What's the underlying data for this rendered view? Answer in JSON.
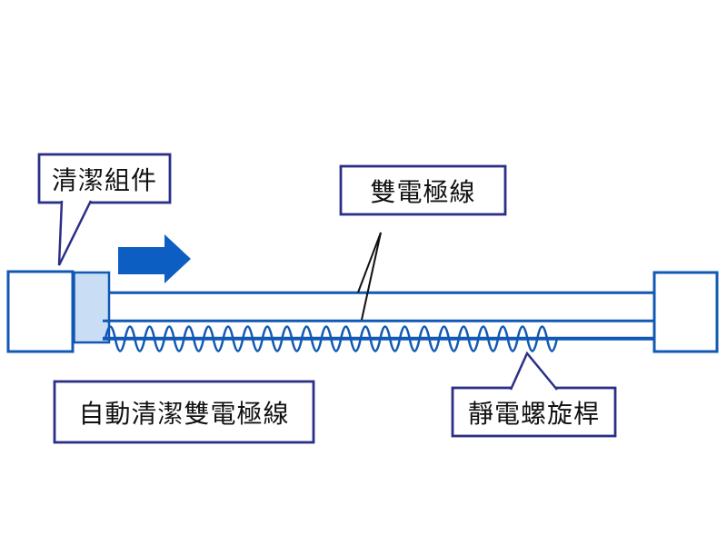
{
  "diagram": {
    "title_hint": "electrode-wire-cleaning-mechanism",
    "labels": {
      "cleaning_assembly": "清潔組件",
      "dual_electrode_wire": "雙電極線",
      "auto_cleaning_dual_electrode_wire": "自動清潔雙電極線",
      "electrostatic_spiral_rod": "靜電螺旋桿"
    },
    "icons": {
      "direction_arrow": "right-arrow"
    },
    "colors": {
      "line_blue": "#1159b4",
      "arrow_blue": "#0d5ec3",
      "callout_border_navy": "#2b2f86",
      "cleaner_pad_light_blue": "#c9def5",
      "background": "#ffffff",
      "text": "#111111"
    }
  }
}
